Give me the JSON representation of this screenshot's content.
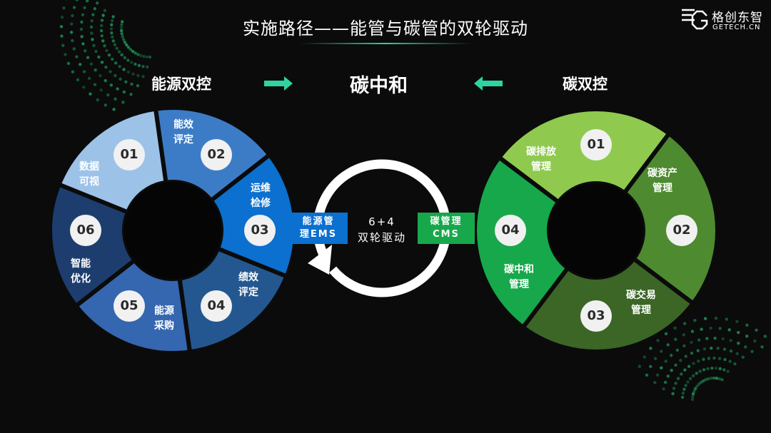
{
  "title": "实施路径——能管与碳管的双轮驱动",
  "logo": {
    "cn": "格创东智",
    "en": "GETECH.CN"
  },
  "header": {
    "left": "能源双控",
    "center": "碳中和",
    "right": "碳双控"
  },
  "center": {
    "line1": "6+4",
    "line2": "双轮驱动"
  },
  "ems": {
    "label_line1": "能源管",
    "label_line2": "理EMS",
    "steps": [
      {
        "num": "01",
        "label": [
          "数据",
          "可视"
        ],
        "color": "#9cc2e8"
      },
      {
        "num": "02",
        "label": [
          "能效",
          "评定"
        ],
        "color": "#3c7cc6"
      },
      {
        "num": "03",
        "label": [
          "运维",
          "检修"
        ],
        "color": "#0b70cf"
      },
      {
        "num": "04",
        "label": [
          "绩效",
          "评定"
        ],
        "color": "#245790"
      },
      {
        "num": "05",
        "label": [
          "能源",
          "采购"
        ],
        "color": "#3566b0"
      },
      {
        "num": "06",
        "label": [
          "智能",
          "优化"
        ],
        "color": "#1d3d6e"
      }
    ]
  },
  "cms": {
    "label_line1": "碳管理",
    "label_line2": "CMS",
    "steps": [
      {
        "num": "01",
        "label": [
          "碳排放",
          "管理"
        ],
        "color": "#8fca4f"
      },
      {
        "num": "02",
        "label": [
          "碳资产",
          "管理"
        ],
        "color": "#4e8a2f"
      },
      {
        "num": "03",
        "label": [
          "碳交易",
          "管理"
        ],
        "color": "#3b6626"
      },
      {
        "num": "04",
        "label": [
          "碳中和",
          "管理"
        ],
        "color": "#17a84b"
      }
    ]
  },
  "colors": {
    "accent": "#2ed3a0",
    "ems_box": "#0b70cf",
    "cms_box": "#17a84b"
  }
}
